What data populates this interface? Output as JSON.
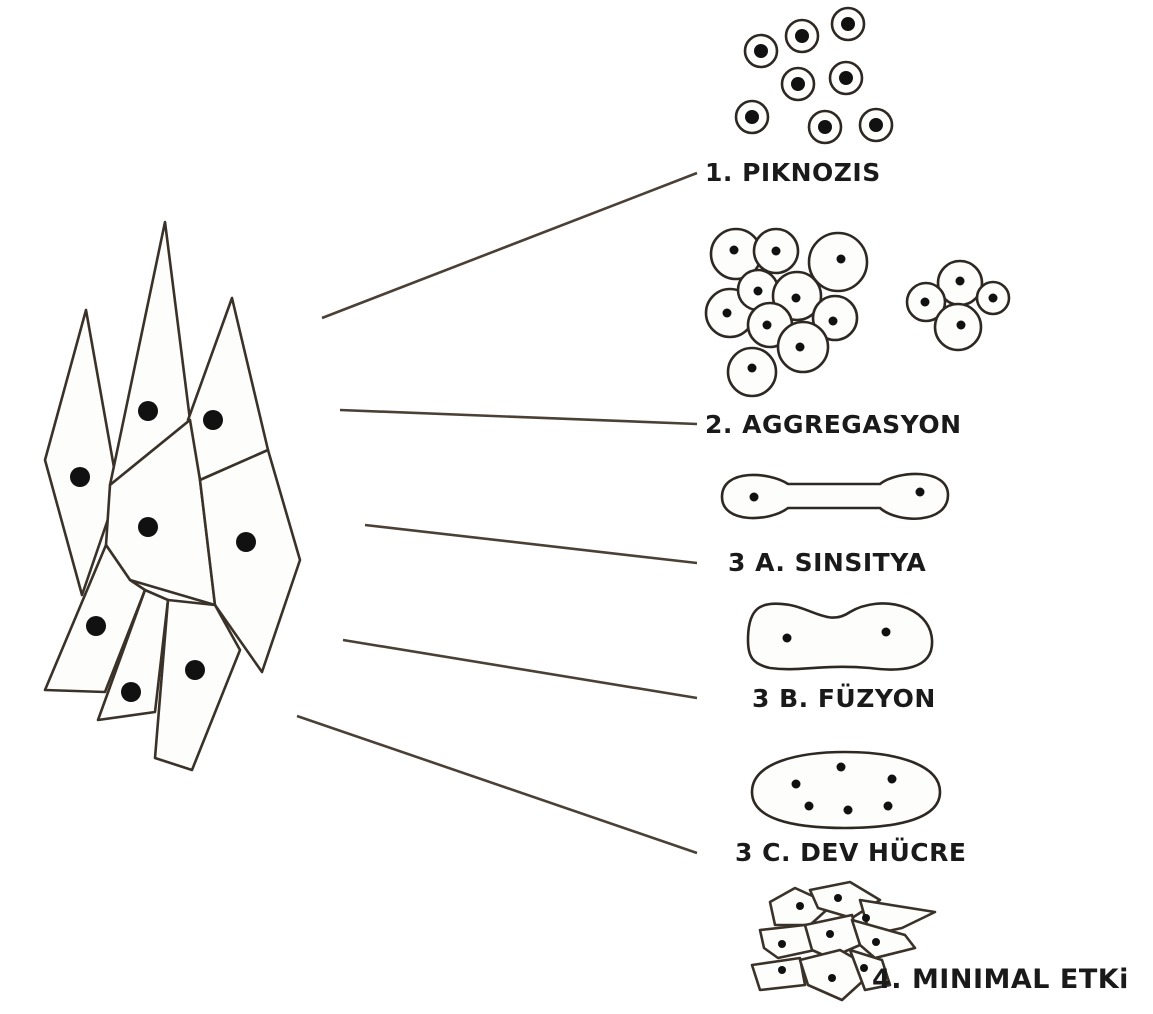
{
  "labels": {
    "piknozis": "1. PIKNOZIS",
    "aggregasyon": "2. AGGREGASYON",
    "sinsitya": "3 A. SINSITYA",
    "fuzyon": "3 B. FÜZYON",
    "dev_hucre": "3 C. DEV HÜCRE",
    "minimal_etki": "4. MINIMAL ETKi"
  },
  "colors": {
    "ink": "#3a3228",
    "nucleus": "#111111",
    "background": "#ffffff"
  }
}
